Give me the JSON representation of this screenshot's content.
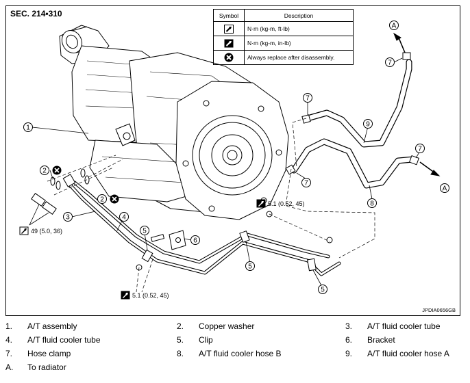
{
  "section_title": "SEC. 214•310",
  "figure_id": "JPDIA0656GB",
  "symbol_table": {
    "header_symbol": "Symbol",
    "header_description": "Description",
    "rows": [
      {
        "icon": "torque-wrench-ftlb-icon",
        "description": "N·m (kg-m, ft-lb)"
      },
      {
        "icon": "torque-wrench-inlb-icon",
        "description": "N·m (kg-m, in-lb)"
      },
      {
        "icon": "replace-x-icon",
        "description": "Always replace after disassembly."
      }
    ]
  },
  "callouts": [
    "1",
    "2",
    "2",
    "3",
    "4",
    "5",
    "5",
    "5",
    "6",
    "7",
    "7",
    "7",
    "7",
    "8",
    "9",
    "A",
    "A"
  ],
  "torque_labels": [
    "5.1 (0.52, 45)",
    "49 (5.0, 36)",
    "5.1 (0.52, 45)"
  ],
  "legend": [
    {
      "num": "1.",
      "text": "A/T assembly"
    },
    {
      "num": "2.",
      "text": "Copper washer"
    },
    {
      "num": "3.",
      "text": "A/T fluid cooler tube"
    },
    {
      "num": "4.",
      "text": "A/T fluid cooler tube"
    },
    {
      "num": "5.",
      "text": "Clip"
    },
    {
      "num": "6.",
      "text": "Bracket"
    },
    {
      "num": "7.",
      "text": "Hose clamp"
    },
    {
      "num": "8.",
      "text": "A/T fluid cooler hose B"
    },
    {
      "num": "9.",
      "text": "A/T fluid cooler hose A"
    },
    {
      "num": "A.",
      "text": "To radiator"
    }
  ]
}
